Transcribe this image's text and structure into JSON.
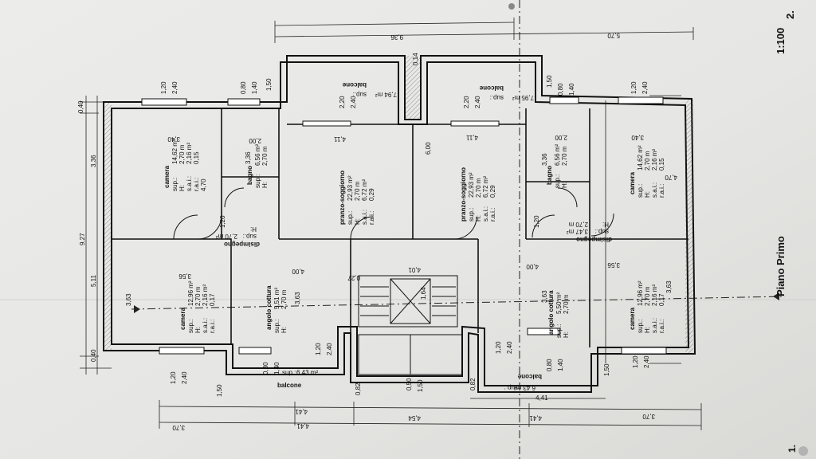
{
  "sheet": {
    "title": "Piano Primo",
    "scale": "1:100",
    "page": "2.",
    "corner": "1."
  },
  "rooms": {
    "camera_tl": {
      "name": "camera",
      "sup": "sup.:",
      "sup_v": "14,62 m²",
      "h": "H:",
      "h_v": "2,70 m",
      "sai": "s.a.i.:",
      "sai_v": "2,16 m²",
      "rai": "r.a.i.:",
      "rai_v": "0,15"
    },
    "bagno_l": {
      "name": "bagno",
      "sup": "sup.:",
      "sup_v": "6,56 m²",
      "h": "H:",
      "h_v": "2,70 m"
    },
    "disimpegno_l": {
      "name": "disimpegno",
      "sup": "sup.:",
      "sup_v": "2,70 m²",
      "h": "H:"
    },
    "camera_bl": {
      "name": "camera",
      "sup": "sup.:",
      "sup_v": "12,96 m²",
      "h": "H:",
      "h_v": "2,70 m",
      "sai": "s.a.i.:",
      "sai_v": "2,16 m²",
      "rai": "r.a.i.:",
      "rai_v": "0,17"
    },
    "angolo_l": {
      "name": "angolo cottura",
      "sup": "sup.:",
      "sup_v": "5,51 m²",
      "h": "H:",
      "h_v": "2,70 m"
    },
    "pranzo_l": {
      "name": "pranzo-soggiorno",
      "sup": "sup.:",
      "sup_v": "22,93 m²",
      "h": "H:",
      "h_v": "2,70 m",
      "sai": "s.a.i.:",
      "sai_v": "6,72 m²",
      "rai": "r.a.i.:",
      "rai_v": "0,29"
    },
    "pranzo_r": {
      "name": "pranzo-soggiorno",
      "sup": "sup.:",
      "sup_v": "22,93 m²",
      "h": "H:",
      "h_v": "2,70 m",
      "sai": "s.a.i.:",
      "sai_v": "6,72 m²",
      "rai": "r.a.i.:",
      "rai_v": "0,29"
    },
    "bagno_r": {
      "name": "bagno",
      "sup": "sup.:",
      "sup_v": "6,56 m²",
      "h": "H:",
      "h_v": "2,70 m"
    },
    "camera_tr": {
      "name": "camera",
      "sup": "sup.:",
      "sup_v": "14,62 m²",
      "h": "H:",
      "h_v": "2,70 m",
      "sai": "s.a.i.:",
      "sai_v": "2,16 m²",
      "rai": "r.a.i.:",
      "rai_v": "0,15"
    },
    "disimpegno_r": {
      "name": "disimpegno",
      "sup": "sup.:",
      "sup_v": "3,47 m²",
      "h": "H:",
      "h_v": "2,70 m"
    },
    "angolo_r": {
      "name": "angolo cottura",
      "sup": "sup.:",
      "sup_v": "5,50 m²",
      "h": "H:",
      "h_v": "2,70 m"
    },
    "camera_br": {
      "name": "camera",
      "sup": "sup.:",
      "sup_v": "12,96 m²",
      "h": "H:",
      "h_v": "2,70 m",
      "sai": "s.a.i.:",
      "sai_v": "2,16 m²",
      "rai": "r.a.i.:",
      "rai_v": "0,17"
    },
    "balcone_tl": {
      "name": "balcone",
      "sup": "sup.:",
      "sup_v": "7,94 m²"
    },
    "balcone_tr": {
      "name": "balcone",
      "sup": "sup.:",
      "sup_v": "7,95 m²"
    },
    "balcone_bl": {
      "name": "balcone",
      "sup": "sup.:",
      "sup_v": "6,43 m²"
    },
    "balcone_br": {
      "name": "balcone",
      "sup": "sup.:",
      "sup_v": "6,43 m²"
    }
  },
  "dimensions": {
    "d_9_36": "9,36",
    "d_5_70": "5,70",
    "d_9_27": "9,27",
    "d_5_11": "5,11",
    "d_3_36": "3,36",
    "d_0_40": "0,40",
    "d_0_40b": "0,40",
    "d_1_20_tl": "1,20",
    "d_2_40_tl": "2,40",
    "d_0_80_tl": "0,80",
    "d_1_40_tl": "1,40",
    "d_1_50_tl": "1,50",
    "d_2_20_tl": "2,20",
    "d_2_40_tl2": "2,40",
    "d_2_20_tr": "2,20",
    "d_2_40_tr": "2,40",
    "d_1_50_tr": "1,50",
    "d_0_80_tr": "0,80",
    "d_1_40_tr": "1,40",
    "d_1_20_tr": "1,20",
    "d_2_40_tr2": "2,40",
    "d_0_14": "0,14",
    "d_1_20_bl": "1,20",
    "d_2_40_bl": "2,40",
    "d_0_80_bl": "0,80",
    "d_1_40_bl": "1,40",
    "d_1_20_bl2": "1,20",
    "d_2_40_bl2": "2,40",
    "d_1_50_bl": "1,50",
    "d_0_82_l": "0,82",
    "d_0_50": "0,50",
    "d_1_50_c": "1,50",
    "d_0_82_r": "0,82",
    "d_1_20_br": "1,20",
    "d_2_40_br": "2,40",
    "d_0_80_br": "0,80",
    "d_1_40_br": "1,40",
    "d_1_50_br": "1,50",
    "d_1_20_br2": "1,20",
    "d_2_40_br2": "2,40",
    "d_4_41_l": "4,41",
    "d_4_54": "4,54",
    "d_4_41_r": "4,41",
    "d_4_41_b": "4,41",
    "d_3_70_l": "3,70",
    "d_3_70_r": "3,70",
    "d_4_41_bb": "4,41",
    "d_3_40_l": "3,40",
    "d_3_40_r": "3,40",
    "d_2_00_l": "2,00",
    "d_2_00_r": "2,00",
    "d_4_11_l": "4,11",
    "d_4_11_r": "4,11",
    "d_4_70_l": "4,70",
    "d_4_70_r": "4,70",
    "d_6_00": "6,00",
    "d_3_36_l": "3,36",
    "d_3_36_r": "3,36",
    "d_4_00_l": "4,00",
    "d_4_01": "4,01",
    "d_4_00_r": "4,00",
    "d_3_56_l": "3,56",
    "d_3_56_r": "3,56",
    "d_3_63_l": "3,63",
    "d_3_63_r": "3,63",
    "d_3_63_l2": "3,63",
    "d_3_63_r2": "3,63",
    "d_1_20_dl": "1,20",
    "d_1_20_dr": "1,20",
    "d_1_64": "1,64",
    "d_0_27": "0,27"
  }
}
